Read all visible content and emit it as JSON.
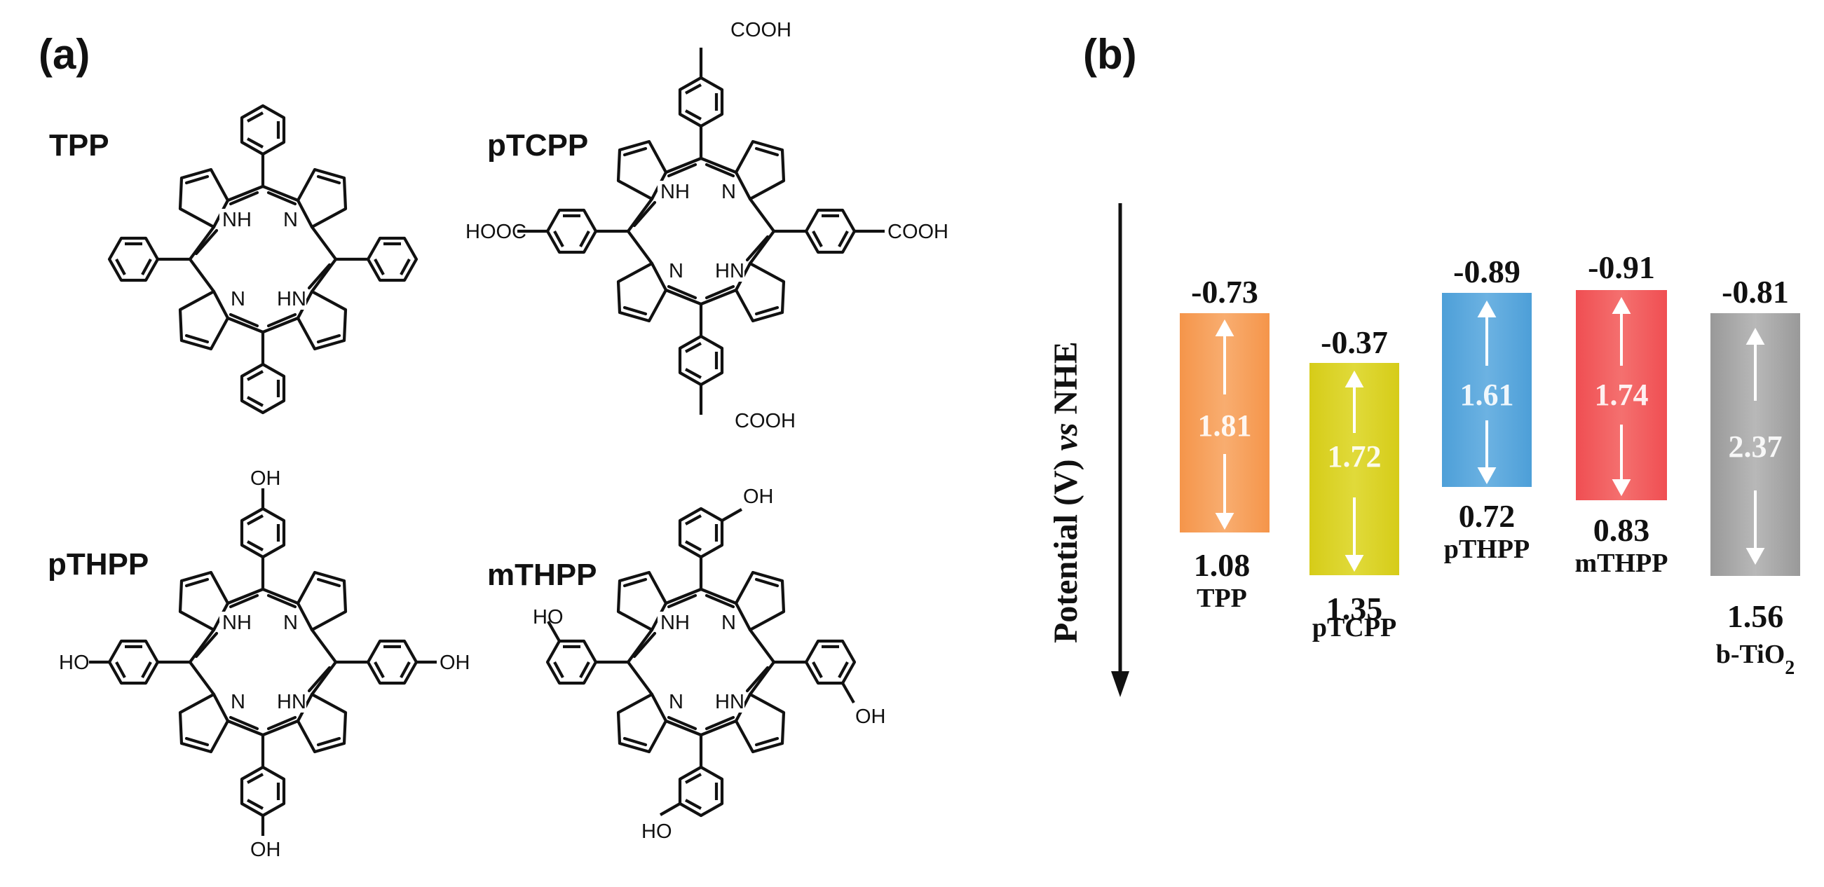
{
  "panel_a": {
    "label": "(a)",
    "molecules": [
      {
        "name": "TPP",
        "substituents": {
          "top": "",
          "left": "",
          "right": "",
          "bottom": ""
        }
      },
      {
        "name": "pTCPP",
        "substituents": {
          "top": "COOH",
          "left": "HOOC",
          "right": "COOH",
          "bottom": "COOH"
        }
      },
      {
        "name": "pTHPP",
        "substituents": {
          "top": "OH",
          "left": "HO",
          "right": "OH",
          "bottom": "OH"
        }
      },
      {
        "name": "mTHPP",
        "substituents": {
          "top": "OH",
          "left": "HO",
          "right": "OH",
          "bottom": "HO"
        }
      }
    ],
    "ring_atoms": {
      "nh": "NH",
      "n": "N",
      "hn": "HN"
    }
  },
  "panel_b": {
    "label": "(b)",
    "axis_label_main": "Potential (V) ",
    "axis_label_italic": "vs",
    "axis_label_end": " NHE",
    "arrow_direction": "down",
    "bands": [
      {
        "name": "TPP",
        "top_value": "-0.73",
        "bottom_value": "1.08",
        "gap": "1.81",
        "color": "#f7a560"
      },
      {
        "name": "pTCPP",
        "top_value": "-0.37",
        "bottom_value": "1.35",
        "gap": "1.72",
        "color": "#dbd32a"
      },
      {
        "name": "pTHPP",
        "top_value": "-0.89",
        "bottom_value": "0.72",
        "gap": "1.61",
        "color": "#5fa9dc"
      },
      {
        "name": "mTHPP",
        "top_value": "-0.91",
        "bottom_value": "0.83",
        "gap": "1.74",
        "color": "#f25e60"
      },
      {
        "name_main": "b-TiO",
        "name_sub": "2",
        "top_value": "-0.81",
        "bottom_value": "1.56",
        "gap": "2.37",
        "color": "#a8a8a8"
      }
    ]
  }
}
